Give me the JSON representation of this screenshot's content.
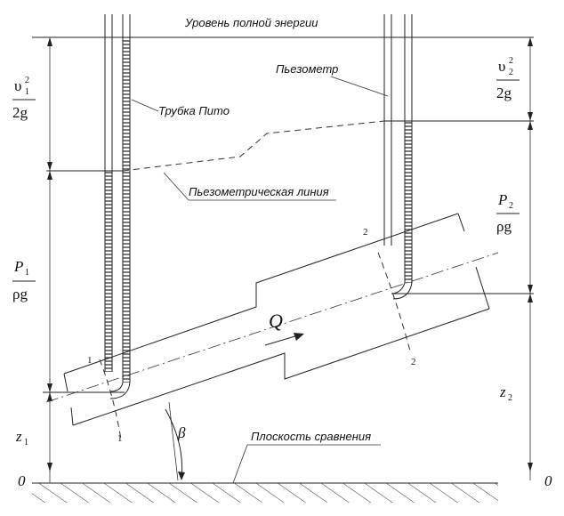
{
  "labels": {
    "total_energy_level": "Уровень полной энергии",
    "piezometer": "Пьезометр",
    "pitot_tube": "Трубка Пито",
    "piezometric_line": "Пьезометрическая линия",
    "comparison_plane": "Плоскость сравнения",
    "flow": "Q",
    "angle": "β"
  },
  "left_terms": {
    "velocity_head": {
      "top_main": "υ",
      "top_sub": "1",
      "top_sup": "2",
      "bottom": "2g"
    },
    "pressure_head": {
      "top_main": "P",
      "top_sub": "1",
      "bottom": "ρg"
    },
    "elevation": {
      "main": "z",
      "sub": "1"
    },
    "datum": "0"
  },
  "right_terms": {
    "velocity_head": {
      "top_main": "υ",
      "top_sub": "2",
      "top_sup": "2",
      "bottom": "2g"
    },
    "pressure_head": {
      "top_main": "P",
      "top_sub": "2",
      "bottom": "ρg"
    },
    "elevation": {
      "main": "z",
      "sub": "2"
    },
    "datum": "0"
  },
  "sections": {
    "s1_top": "1",
    "s1_bottom": "1",
    "s2_top": "2",
    "s2_bottom": "2"
  }
}
